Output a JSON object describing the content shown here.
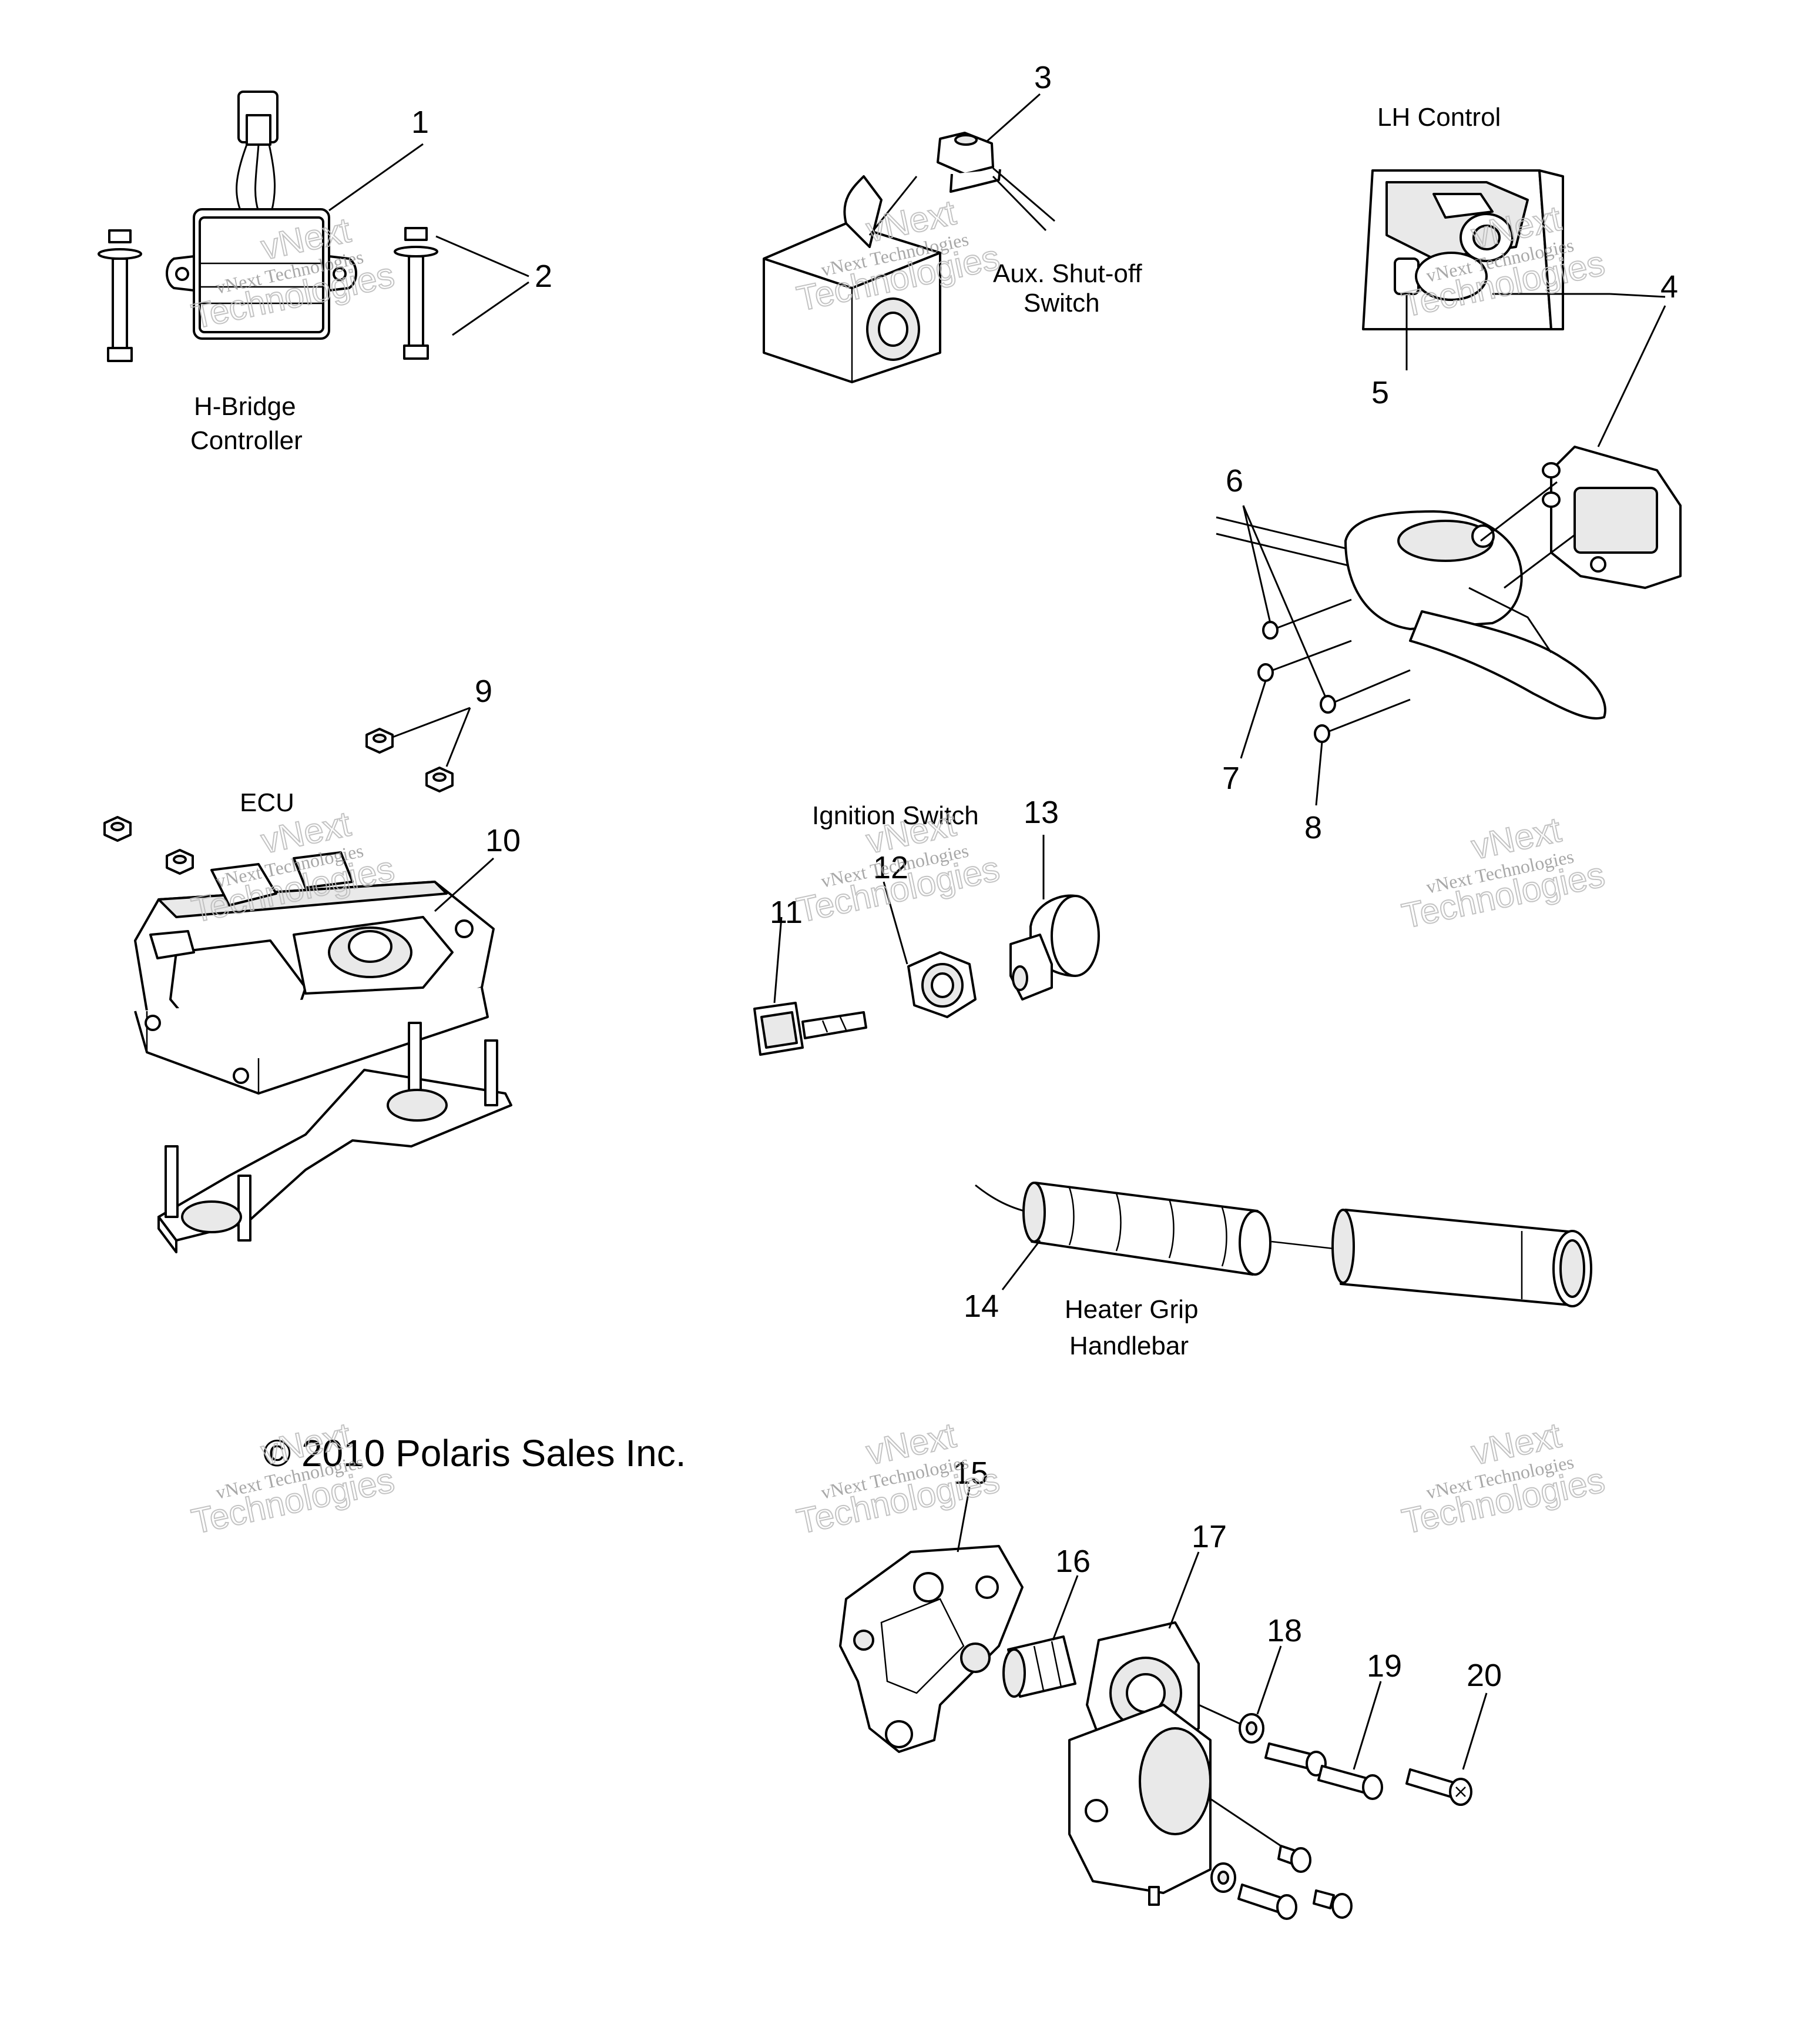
{
  "part_numbers": [
    "1",
    "2",
    "3",
    "4",
    "5",
    "6",
    "7",
    "8",
    "9",
    "10",
    "11",
    "12",
    "13",
    "14",
    "15",
    "16",
    "17",
    "18",
    "19",
    "20"
  ],
  "captions": {
    "h_bridge_line1": "H-Bridge",
    "h_bridge_line2": "Controller",
    "aux_line1": "Aux. Shut-off",
    "aux_line2": "Switch",
    "lh_control": "LH Control",
    "ecu": "ECU",
    "ignition_switch": "Ignition Switch",
    "heater_line1": "Heater Grip",
    "heater_line2": "Handlebar"
  },
  "copyright": "© 2010 Polaris Sales Inc.",
  "watermark": {
    "line1": "vNext Technologies",
    "line2": "vNext",
    "line3": "Technologies"
  }
}
